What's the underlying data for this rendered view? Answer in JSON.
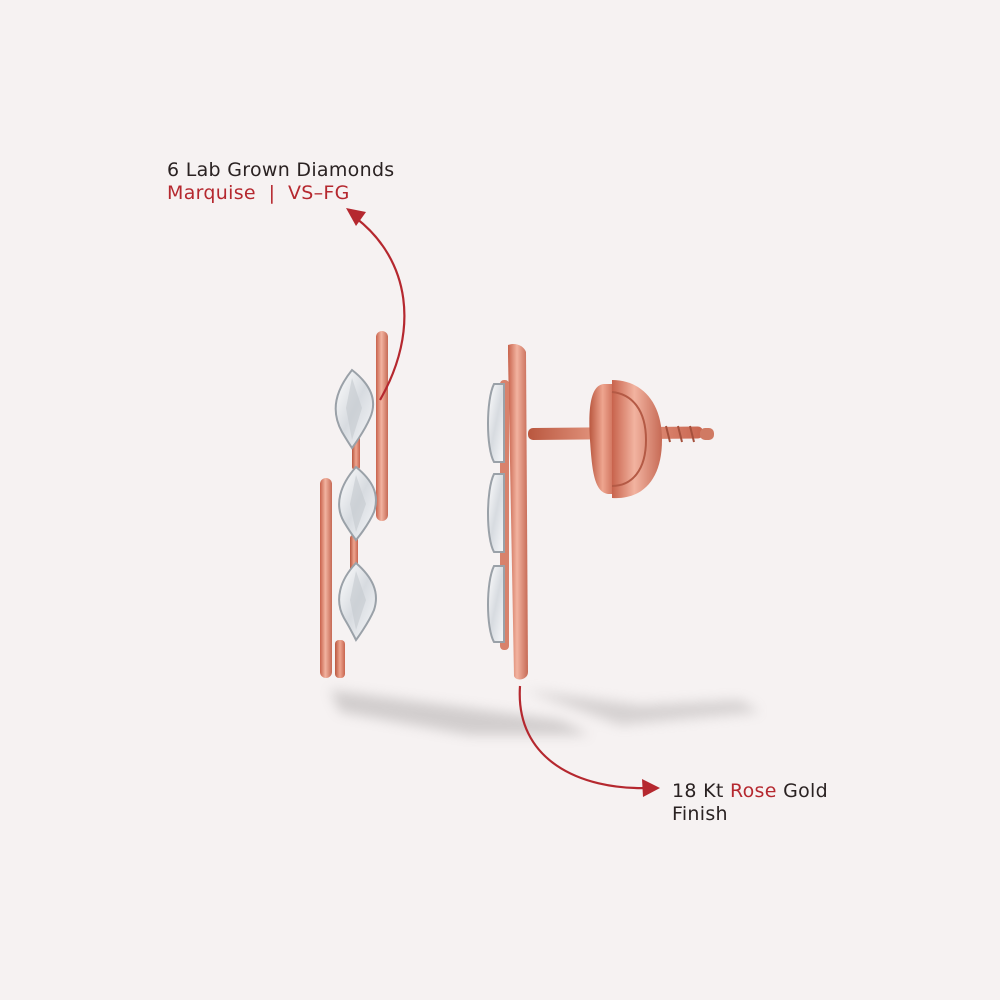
{
  "colors": {
    "background": "#f6f2f2",
    "accent": "#b5282f",
    "text": "#2a2222",
    "rose_gold": "#e2917a",
    "diamond": "#e9ecef"
  },
  "annotations": {
    "diamonds": {
      "line1": "6 Lab Grown Diamonds",
      "shape": "Marquise",
      "separator": "|",
      "grade": "VS–FG"
    },
    "metal": {
      "prefix": "18 Kt",
      "highlight": "Rose",
      "suffix": "Gold",
      "line2": "Finish"
    }
  },
  "icons": [
    "curved-arrow-icon",
    "earring-front-view",
    "earring-side-view"
  ]
}
